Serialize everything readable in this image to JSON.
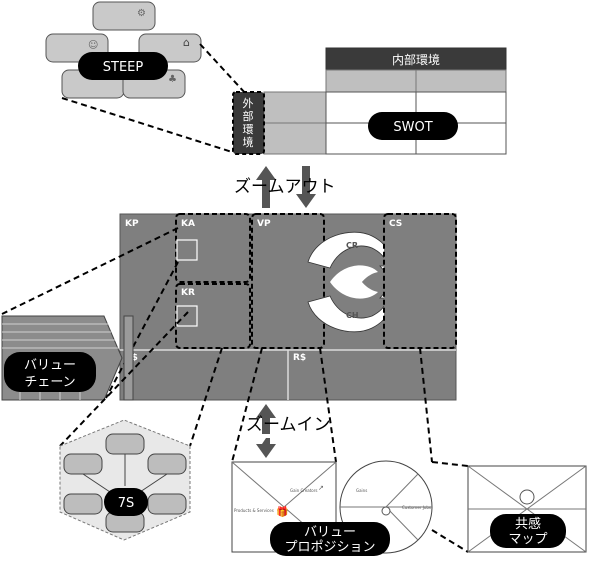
{
  "steep": {
    "label": "STEEP"
  },
  "swot": {
    "label": "SWOT",
    "internal_header": "内部環境",
    "external_label_chars": [
      "外",
      "部",
      "環",
      "境"
    ]
  },
  "zoom": {
    "out_label": "ズームアウト",
    "in_label": "ズームイン"
  },
  "bmc": {
    "kp": "KP",
    "ka": "KA",
    "kr": "KR",
    "vp": "VP",
    "cr": "CR",
    "ch": "CH",
    "cs": "CS",
    "cost": "C$",
    "revenue": "R$"
  },
  "value_chain": {
    "line1": "バリュー",
    "line2": "チェーン"
  },
  "seven_s": {
    "label": "7S"
  },
  "value_proposition": {
    "line1": "バリュー",
    "line2": "プロポジション",
    "products_services": "Products & Services",
    "gain_creators": "Gain Creators",
    "gains": "Gains",
    "customer_jobs": "Customer Jobs"
  },
  "empathy_map": {
    "line1": "共感",
    "line2": "マップ"
  },
  "colors": {
    "box_gray": "#7f7f7f",
    "dark_header": "#3a3a3a",
    "light_gray": "#bfbfbf",
    "pill_bg": "#000000"
  }
}
